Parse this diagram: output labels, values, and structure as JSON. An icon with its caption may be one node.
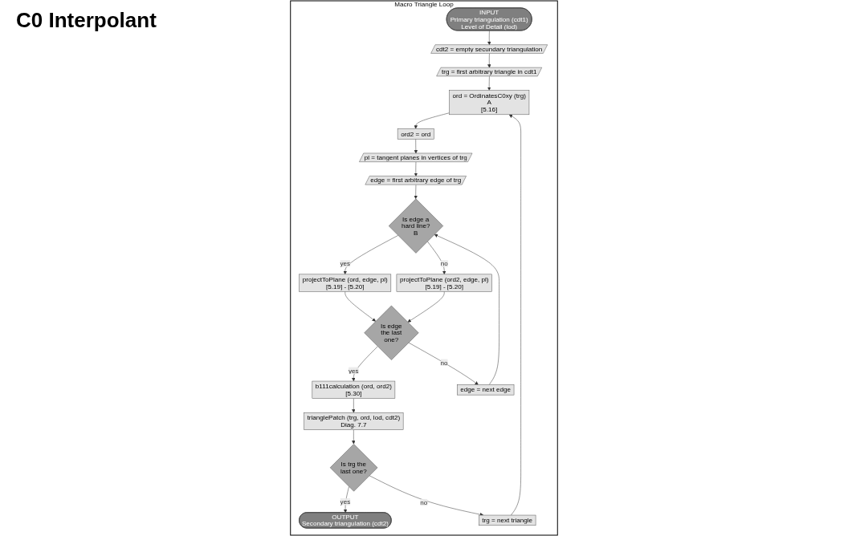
{
  "diagram": {
    "title": "C0 Interpolant",
    "nodes": [
      {
        "text": [
          "Macro Triangle Loop"
        ]
      },
      {
        "text": [
          "INPUT",
          "Primary triangulation (cdt1)",
          "Level of Detail (lod)"
        ],
        "in": 0
      },
      {
        "text": [
          "cdt2 = empty secundary triangulation"
        ],
        "in": 0
      },
      {
        "text": [
          "trg = first arbitrary triangle in cdt1"
        ],
        "in": 0
      },
      {
        "text": [
          "OUTPUT",
          "Secondary triangulation (cdt2)"
        ],
        "in": 0
      },
      {
        "text": [
          "pl = tangent planes in vertices of trg"
        ],
        "in": 0
      },
      {
        "text": [
          "ord2 = ord"
        ],
        "in": 0
      },
      {
        "text": [
          "ord = OrdinatesC0xy (trg)",
          "A",
          "[5.16]"
        ],
        "in": 0
      },
      {
        "text": [
          "trg = next triangle"
        ],
        "in": 0
      },
      {
        "text": [
          "Is trg the last one?"
        ],
        "in": 0
      },
      {
        "text": [
          "edge = first arbitrary edge of trg"
        ],
        "in": 0
      },
      {
        "text": [
          "Is edge a hard line?",
          "B"
        ],
        "in": 0
      },
      {
        "text": [
          "projectToPlane (ord, edge, pl)",
          "[5.19] - [5.20]"
        ],
        "in": 0
      },
      {
        "text": [
          "trianglePatch (trg, ord, lod, cdt2)",
          "Diag. 7.7"
        ],
        "in": 0
      },
      {
        "text": [
          "edge = next edge"
        ],
        "in": 0
      },
      {
        "text": [
          "projectToPlane (ord2, edge, pl)",
          "[5.19] - [5.20]"
        ],
        "in": 0
      },
      {
        "text": [
          "Is edge the last one?"
        ],
        "in": 0
      },
      {
        "text": [
          "b111calculation (ord, ord2)",
          "[5.30]"
        ],
        "in": 0
      }
    ],
    "edges": [
      {
        "from": 1,
        "to": 2,
        "arrow": "to"
      },
      {
        "from": 2,
        "to": 3,
        "arrow": "to"
      },
      {
        "from": 3,
        "to": 7,
        "arrow": "to"
      },
      {
        "from": 7,
        "to": 6,
        "arrow": "to"
      },
      {
        "from": 6,
        "to": 5,
        "arrow": "to"
      },
      {
        "from": 5,
        "to": 10,
        "arrow": "to"
      },
      {
        "from": 10,
        "to": 11,
        "arrow": "to"
      },
      {
        "from": 11,
        "to": 12,
        "label": "yes",
        "arrow": "to"
      },
      {
        "from": 11,
        "to": 15,
        "label": "no",
        "arrow": "to"
      },
      {
        "from": 12,
        "to": 16,
        "arrow": "to"
      },
      {
        "from": 15,
        "to": 16,
        "arrow": "to"
      },
      {
        "from": 16,
        "to": 17,
        "label": "yes",
        "arrow": "to"
      },
      {
        "from": 16,
        "to": 14,
        "label": "no",
        "arrow": "to"
      },
      {
        "from": 14,
        "to": 11,
        "arrow": "to"
      },
      {
        "from": 17,
        "to": 13,
        "arrow": "to"
      },
      {
        "from": 13,
        "to": 9,
        "arrow": "to"
      },
      {
        "from": 9,
        "to": 4,
        "label": "yes",
        "arrow": "to"
      },
      {
        "from": 9,
        "to": 8,
        "label": "no",
        "arrow": "to"
      },
      {
        "from": 8,
        "to": 7,
        "arrow": "to"
      }
    ]
  }
}
